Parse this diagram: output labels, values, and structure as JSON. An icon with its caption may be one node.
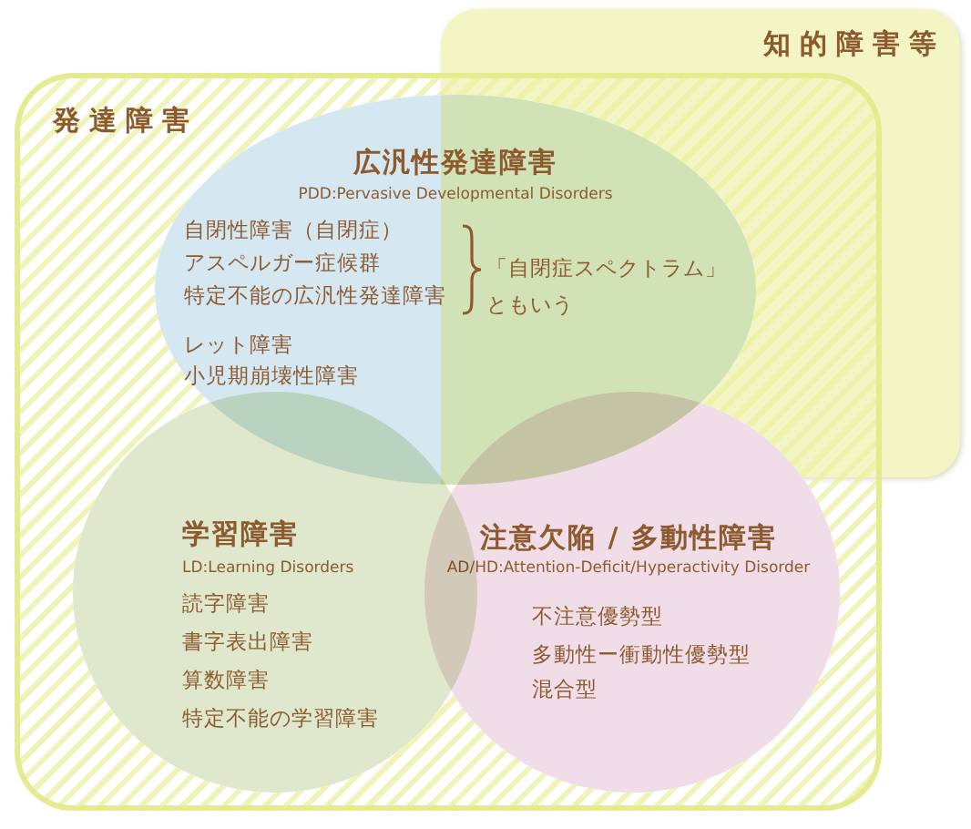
{
  "diagram": {
    "nodes": [
      {
        "text": [
          "知的障害等"
        ]
      },
      {
        "text": [
          "発達障害"
        ]
      },
      {
        "text": [
          "広汎性発達障害",
          "PDD:Pervasive Developmental Disorders",
          "自閉性障害（自閉症）",
          "アスペルガー症候群",
          "特定不能の広汎性発達障害",
          "「自閉症スペクトラム」ともいう",
          "レット障害",
          "小児期崩壊性障害"
        ],
        "in": 1
      },
      {
        "text": [
          "学習障害",
          "LD:Learning Disorders",
          "読字障害",
          "書字表出障害",
          "算数障害",
          "特定不能の学習障害"
        ],
        "in": 1
      },
      {
        "text": [
          "注意欠陥 / 多動性障害",
          "AD/HD:Attention-Deficit/Hyperactivity Disorder",
          "不注意優勢型",
          "多動性ー衝動性優勢型",
          "混合型"
        ],
        "in": 1
      }
    ]
  }
}
